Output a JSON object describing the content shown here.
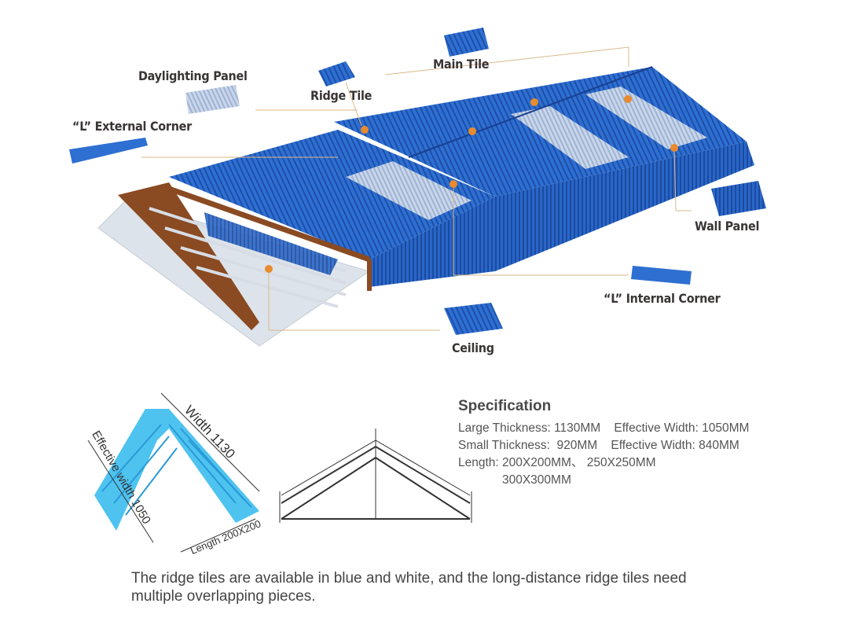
{
  "labels": {
    "main_tile": "Main Tile",
    "daylighting_panel": "Daylighting Panel",
    "ridge_tile": "Ridge Tile",
    "l_external_corner": "“L” External Corner",
    "wall_panel": "Wall Panel",
    "l_internal_corner": "“L” Internal Corner",
    "ceiling": "Ceiling"
  },
  "ridge_diagram": {
    "width_label": "Width 1130",
    "effective_width_label": "Effective width 1050",
    "length_label": "Length 200X200"
  },
  "specification": {
    "title": "Specification",
    "lines": [
      "Large Thickness: 1130MM    Effective Width: 1050MM",
      "Small Thickness:  920MM    Effective Width: 840MM",
      "Length: 200X200MM、 250X250MM",
      "             300X300MM"
    ]
  },
  "caption": "The ridge tiles are available in blue and white, and the long-distance ridge tiles need multiple overlapping pieces.",
  "colors": {
    "tile_blue": "#2f6fd0",
    "dot_orange": "#e88a2e",
    "frame_brown": "#8a4a22"
  }
}
